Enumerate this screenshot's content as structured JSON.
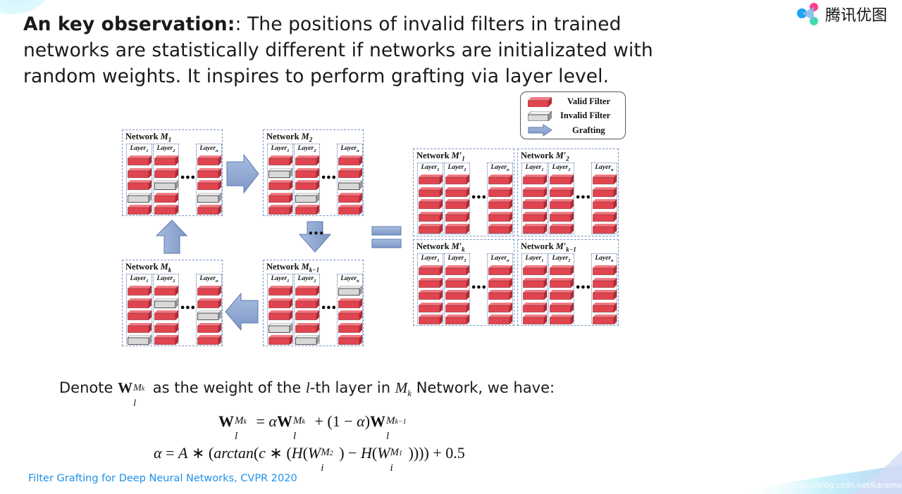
{
  "slide": {
    "headline": {
      "bold_lead": "An key observation:",
      "text": ": The positions of invalid filters in trained networks are statistically different if networks are initializated with random weights. It inspires to perform grafting via layer level."
    },
    "logo": {
      "text": "腾讯优图",
      "icon": "tencent-youtu-logo-icon"
    },
    "legend": {
      "items": [
        {
          "label": "Valid Filter",
          "icon": "valid-filter-icon"
        },
        {
          "label": "Invalid Filter",
          "icon": "invalid-filter-icon"
        },
        {
          "label": "Grafting",
          "icon": "grafting-arrow-icon"
        }
      ]
    },
    "networks": [
      {
        "id": "M1",
        "title_prefix": "Network ",
        "title_var": "M",
        "title_sub": "1",
        "layers": [
          {
            "label": "Layer",
            "sub": "1",
            "filters": [
              "v",
              "v",
              "v",
              "i",
              "v"
            ]
          },
          {
            "label": "Layer",
            "sub": "2",
            "filters": [
              "v",
              "v",
              "i",
              "v",
              "v"
            ]
          },
          {
            "label": "Layer",
            "sub": "n",
            "filters": [
              "v",
              "v",
              "v",
              "i",
              "v"
            ]
          }
        ]
      },
      {
        "id": "M2",
        "title_prefix": "Network ",
        "title_var": "M",
        "title_sub": "2",
        "layers": [
          {
            "label": "Layer",
            "sub": "1",
            "filters": [
              "v",
              "i",
              "v",
              "v",
              "v"
            ]
          },
          {
            "label": "Layer",
            "sub": "2",
            "filters": [
              "v",
              "v",
              "v",
              "i",
              "v"
            ]
          },
          {
            "label": "Layer",
            "sub": "n",
            "filters": [
              "v",
              "v",
              "i",
              "v",
              "v"
            ]
          }
        ]
      },
      {
        "id": "Mk",
        "title_prefix": "Network ",
        "title_var": "M",
        "title_sub": "k",
        "layers": [
          {
            "label": "Layer",
            "sub": "1",
            "filters": [
              "v",
              "v",
              "v",
              "v",
              "i"
            ]
          },
          {
            "label": "Layer",
            "sub": "2",
            "filters": [
              "v",
              "i",
              "v",
              "v",
              "v"
            ]
          },
          {
            "label": "Layer",
            "sub": "n",
            "filters": [
              "v",
              "v",
              "i",
              "v",
              "v"
            ]
          }
        ]
      },
      {
        "id": "Mk-1",
        "title_prefix": "Network ",
        "title_var": "M",
        "title_sub": "k−1",
        "layers": [
          {
            "label": "Layer",
            "sub": "1",
            "filters": [
              "v",
              "v",
              "v",
              "i",
              "v"
            ]
          },
          {
            "label": "Layer",
            "sub": "2",
            "filters": [
              "v",
              "v",
              "v",
              "v",
              "i"
            ]
          },
          {
            "label": "Layer",
            "sub": "n",
            "filters": [
              "i",
              "v",
              "v",
              "v",
              "v"
            ]
          }
        ]
      },
      {
        "id": "M1p",
        "title_prefix": "Network ",
        "title_var": "M′",
        "title_sub": "1",
        "layers": [
          {
            "label": "Layer",
            "sub": "1",
            "filters": [
              "v",
              "v",
              "v",
              "v",
              "v"
            ]
          },
          {
            "label": "Layer",
            "sub": "2",
            "filters": [
              "v",
              "v",
              "v",
              "v",
              "v"
            ]
          },
          {
            "label": "Layer",
            "sub": "n",
            "filters": [
              "v",
              "v",
              "v",
              "v",
              "v"
            ]
          }
        ]
      },
      {
        "id": "M2p",
        "title_prefix": "Network ",
        "title_var": "M′",
        "title_sub": "2",
        "layers": [
          {
            "label": "Layer",
            "sub": "1",
            "filters": [
              "v",
              "v",
              "v",
              "v",
              "v"
            ]
          },
          {
            "label": "Layer",
            "sub": "2",
            "filters": [
              "v",
              "v",
              "v",
              "v",
              "v"
            ]
          },
          {
            "label": "Layer",
            "sub": "n",
            "filters": [
              "v",
              "v",
              "v",
              "v",
              "v"
            ]
          }
        ]
      },
      {
        "id": "Mkp",
        "title_prefix": "Network ",
        "title_var": "M′",
        "title_sub": "k",
        "layers": [
          {
            "label": "Layer",
            "sub": "1",
            "filters": [
              "v",
              "v",
              "v",
              "v",
              "v"
            ]
          },
          {
            "label": "Layer",
            "sub": "2",
            "filters": [
              "v",
              "v",
              "v",
              "v",
              "v"
            ]
          },
          {
            "label": "Layer",
            "sub": "n",
            "filters": [
              "v",
              "v",
              "v",
              "v",
              "v"
            ]
          }
        ]
      },
      {
        "id": "Mk-1p",
        "title_prefix": "Network ",
        "title_var": "M′",
        "title_sub": "k−1",
        "layers": [
          {
            "label": "Layer",
            "sub": "1",
            "filters": [
              "v",
              "v",
              "v",
              "v",
              "v"
            ]
          },
          {
            "label": "Layer",
            "sub": "2",
            "filters": [
              "v",
              "v",
              "v",
              "v",
              "v"
            ]
          },
          {
            "label": "Layer",
            "sub": "n",
            "filters": [
              "v",
              "v",
              "v",
              "v",
              "v"
            ]
          }
        ]
      }
    ],
    "ellipsis": "•••",
    "colors": {
      "valid": "#e0444f",
      "invalid": "#d8d8d8",
      "arrow": "#8aa2cc",
      "footer": "#1e90e8",
      "net_border": "#7b96c4"
    },
    "denote": {
      "pre": "Denote ",
      "W": "W",
      "sup": "M",
      "supsub": "k",
      "sub": "l",
      "mid1": " as the weight of the ",
      "l": "l",
      "mid2": "-th layer in ",
      "M": "M",
      "Msub": "k",
      "post": " Network, we have:"
    },
    "equation1": {
      "lhs_W": "W",
      "lhs_sup": "M",
      "lhs_supsub": "k",
      "lhs_sub": "l",
      "eq": " = ",
      "alpha": "α",
      "t1_W": "W",
      "t1_sup": "M",
      "t1_supsub": "k",
      "t1_sub": "l",
      "plus": " + (1 − ",
      "alpha2": "α",
      "close": ")",
      "t2_W": "W",
      "t2_sup": "M",
      "t2_supsub": "k−1",
      "t2_sub": "l"
    },
    "equation2": {
      "alpha": "α",
      "eq": " = ",
      "A": "A",
      "star1": " ∗ (",
      "arctan": "arctan",
      "paren1": "(",
      "c": "c",
      "star2": " ∗ (",
      "H1": "H",
      "p2": "(",
      "W1": "W",
      "W1_sup": "M",
      "W1_supsub": "2",
      "W1_sub": "i",
      "minus": ") − ",
      "H2": "H",
      "p3": "(",
      "W2": "W",
      "W2_sup": "M",
      "W2_supsub": "1",
      "W2_sub": "i",
      "tail": ")))) + 0.5"
    },
    "footer": "Filter Grafting for Deep Neural Networks, CVPR 2020",
    "watermark": "https://blog.csdn.net/karamos"
  }
}
